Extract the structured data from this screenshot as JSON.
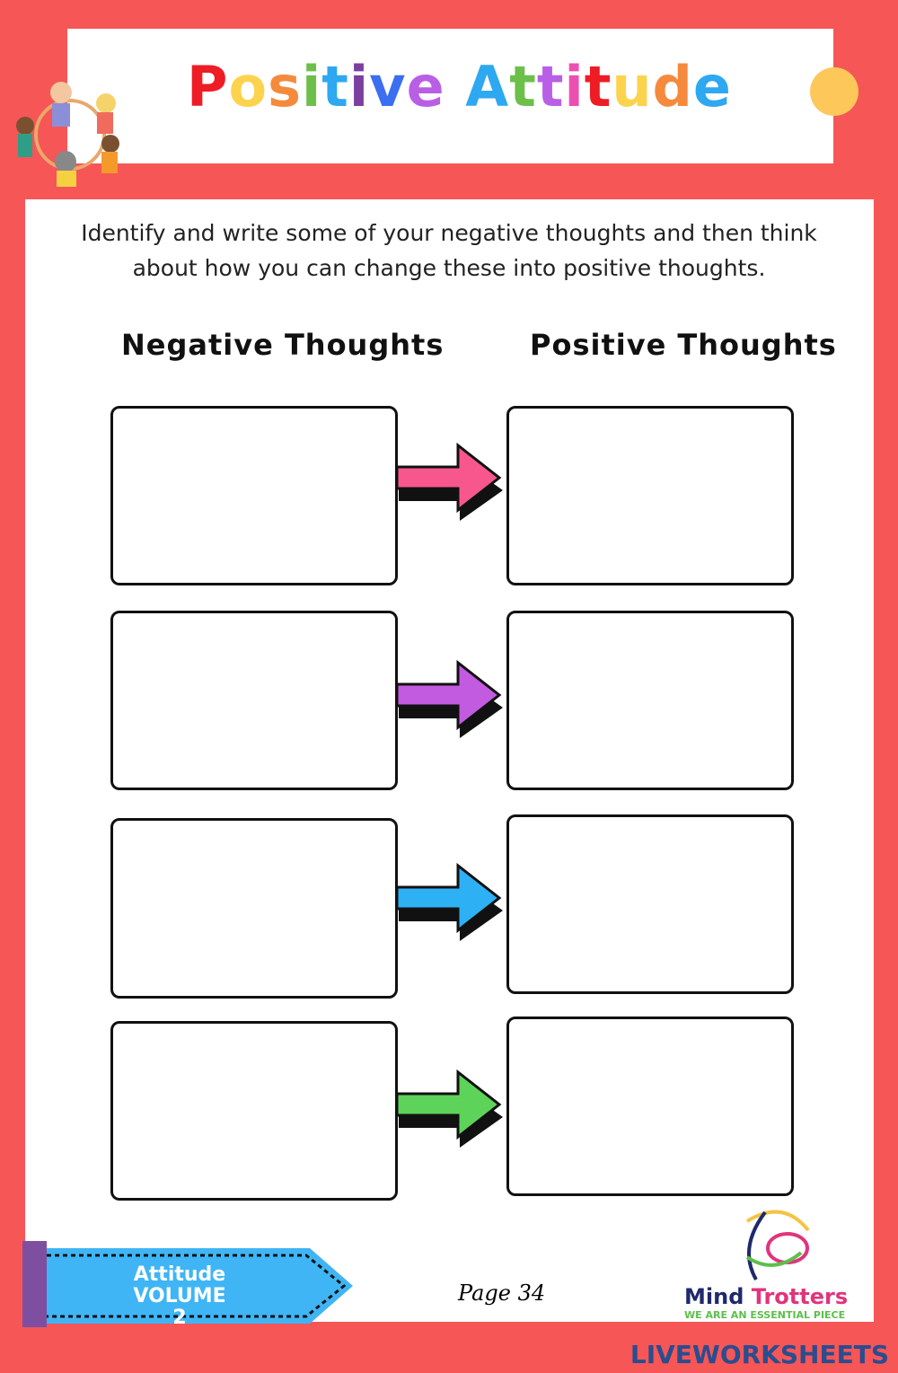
{
  "header": {
    "title_letters": [
      {
        "c": "P",
        "color": "#ee1c25"
      },
      {
        "c": "o",
        "color": "#fcd34d"
      },
      {
        "c": "s",
        "color": "#f58a3c"
      },
      {
        "c": "i",
        "color": "#6cc04a"
      },
      {
        "c": "t",
        "color": "#2ea8f0"
      },
      {
        "c": "i",
        "color": "#7b3fa0"
      },
      {
        "c": "v",
        "color": "#3b6ef0"
      },
      {
        "c": "e",
        "color": "#b95fe6"
      },
      {
        "c": " ",
        "color": "#fff"
      },
      {
        "c": "A",
        "color": "#2ea8f0"
      },
      {
        "c": "t",
        "color": "#6cc04a"
      },
      {
        "c": "t",
        "color": "#b95fe6"
      },
      {
        "c": "i",
        "color": "#ec4fb0"
      },
      {
        "c": "t",
        "color": "#ee1c25"
      },
      {
        "c": "u",
        "color": "#fcd34d"
      },
      {
        "c": "d",
        "color": "#f58a3c"
      },
      {
        "c": "e",
        "color": "#2ea8f0"
      }
    ],
    "title": "Positive Attitude"
  },
  "instructions": "Identify and write some of your negative thoughts and then think about how you can change these into positive thoughts.",
  "columns": {
    "negative": "Negative Thoughts",
    "positive": "Positive Thoughts"
  },
  "arrow_colors": [
    "#f7578c",
    "#c25be0",
    "#2eb0f5",
    "#5ed35a"
  ],
  "footer": {
    "tag_line1": "Attitude",
    "tag_line2": "VOLUME 2",
    "page": "Page 34",
    "brand1": "Mind",
    "brand2": "Trotters",
    "slogan": "WE ARE AN ESSENTIAL PIECE",
    "watermark": "LIVEWORKSHEETS"
  }
}
